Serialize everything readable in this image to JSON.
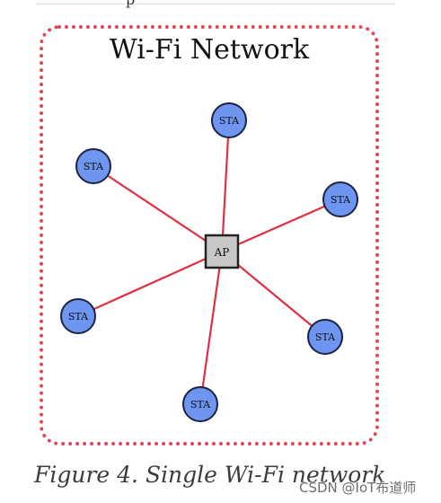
{
  "top_text": "p",
  "diagram": {
    "title": "Wi-Fi Network",
    "ap_label": "AP",
    "sta_label": "STA",
    "colors": {
      "frame": "#e0455a",
      "link": "#e0303f",
      "sta_fill": "#6e95ef",
      "sta_stroke": "#1d2340",
      "ap_fill": "#c8c8c8",
      "ap_stroke": "#222222"
    }
  },
  "caption": "Figure 4. Single Wi-Fi network",
  "watermark": "CSDN @IoT布道师"
}
